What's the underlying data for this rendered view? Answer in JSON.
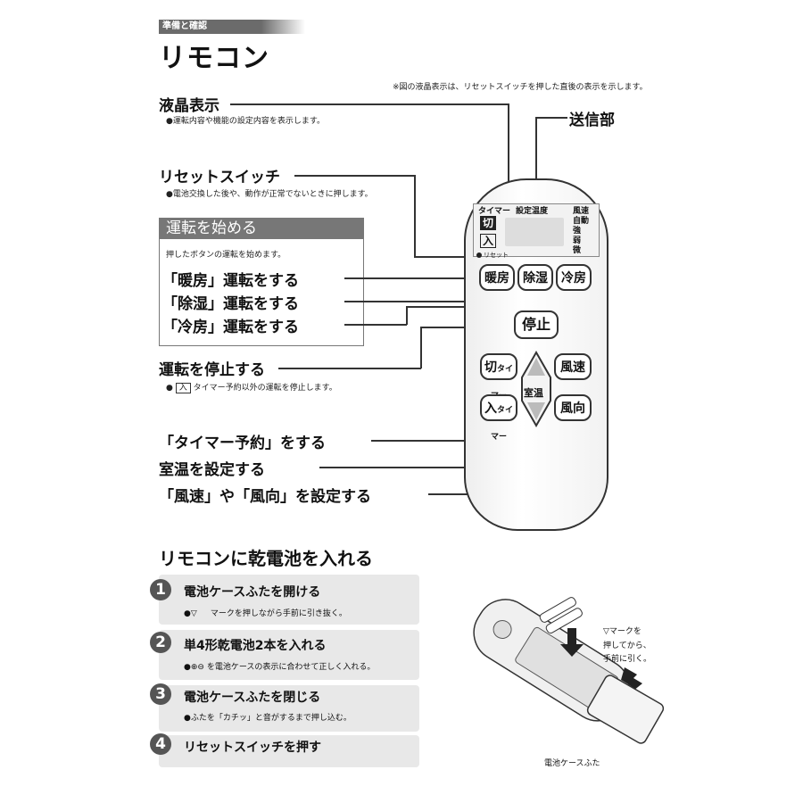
{
  "header": {
    "tag": "準備と確認",
    "title": "リモコン"
  },
  "note": "※図の液晶表示は、リセットスイッチを押した直後の表示を示します。",
  "callouts": {
    "lcd": {
      "label": "液晶表示",
      "desc": "●運転内容や機能の設定内容を表示します。"
    },
    "transmitter": {
      "label": "送信部"
    },
    "reset": {
      "label": "リセットスイッチ",
      "desc": "●電池交換した後や、動作が正常でないときに押します。"
    },
    "start_box": {
      "title": "運転を始める",
      "desc": "押したボタンの運転を始めます。",
      "items": [
        "「暖房」運転をする",
        "「除湿」運転をする",
        "「冷房」運転をする"
      ]
    },
    "stop": {
      "label": "運転を停止する",
      "desc_key": "入",
      "desc": "タイマー予約以外の運転を停止します。"
    },
    "timer": {
      "label": "「タイマー予約」をする"
    },
    "temp": {
      "label": "室温を設定する"
    },
    "fan": {
      "label": "「風速」や「風向」を設定する"
    }
  },
  "remote": {
    "lcd_labels": {
      "timer": "タイマー",
      "off": "切",
      "on": "入",
      "set_temp": "設定温度",
      "speed": "風速",
      "auto": "自動",
      "strong": "強",
      "weak": "弱",
      "micro": "微",
      "reset": "リセット"
    },
    "buttons": {
      "heat": "暖房",
      "dry": "除湿",
      "cool": "冷房",
      "stop": "停止",
      "timer_off": "切",
      "timer_on": "入",
      "timer_suffix": "タイマー",
      "room_temp": "室温",
      "fan_speed": "風速",
      "fan_dir": "風向"
    }
  },
  "battery": {
    "title": "リモコンに乾電池を入れる",
    "steps": [
      {
        "num": "1",
        "title": "電池ケースふたを開ける",
        "desc": "マークを押しながら手前に引き抜く。"
      },
      {
        "num": "2",
        "title": "単4形乾電池2本を入れる",
        "desc": "を電池ケースの表示に合わせて正しく入れる。"
      },
      {
        "num": "3",
        "title": "電池ケースふたを閉じる",
        "desc": "●ふたを「カチッ」と音がするまで押し込む。"
      },
      {
        "num": "4",
        "title": "リセットスイッチを押す",
        "desc": ""
      }
    ],
    "illus_note": [
      "マークを",
      "押してから、",
      "手前に引く。"
    ],
    "cover_label": "電池ケースふた"
  }
}
